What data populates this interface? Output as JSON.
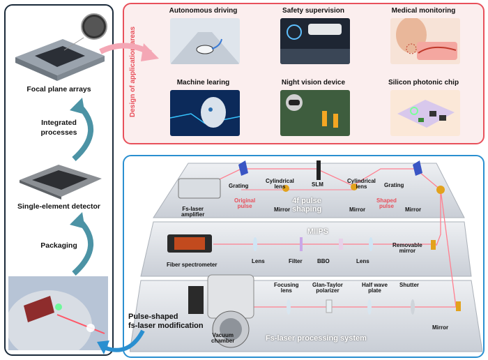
{
  "left_panel": {
    "labels": {
      "focal_plane_arrays": "Focal plane arrays",
      "integrated_processes": "Integrated\nprocesses",
      "single_element_detector": "Single-element detector",
      "packaging": "Packaging"
    }
  },
  "applications": {
    "side_title": "Design of application areas",
    "items": [
      {
        "title": "Autonomous driving"
      },
      {
        "title": "Safety supervision"
      },
      {
        "title": "Medical monitoring"
      },
      {
        "title": "Machine learing"
      },
      {
        "title": "Night vision device"
      },
      {
        "title": "Silicon photonic chip"
      }
    ]
  },
  "modification_label": "Pulse-shaped\nfs-laser modification",
  "setup": {
    "stages": {
      "shaping": "4f pulse\nshaping",
      "miips": "MIIPS",
      "processing": "Fs-laser processing system"
    },
    "components": {
      "grating_left": "Grating",
      "cyl_lens_left": "Cylindrical\nlens",
      "slm": "SLM",
      "cyl_lens_right": "Cylindrical\nlens",
      "grating_right": "Grating",
      "fs_amplifier": "Fs-laser\namplifier",
      "original_pulse": "Original\npulse",
      "mirror_1": "Mirror",
      "mirror_2": "Mirror",
      "shaped_pulse": "Shaped\npulse",
      "mirror_3": "Mirror",
      "fiber_spectrometer": "Fiber spectrometer",
      "lens_1": "Lens",
      "filter": "Filter",
      "bbo": "BBO",
      "lens_2": "Lens",
      "removable_mirror": "Removable\nmirror",
      "focusing_lens": "Focusing\nlens",
      "glan_taylor": "Glan-Taylor\npolarizer",
      "half_wave": "Half wave\nplate",
      "shutter": "Shutter",
      "mirror_4": "Mirror",
      "vacuum_chamber": "Vacuum\nchamber"
    }
  }
}
